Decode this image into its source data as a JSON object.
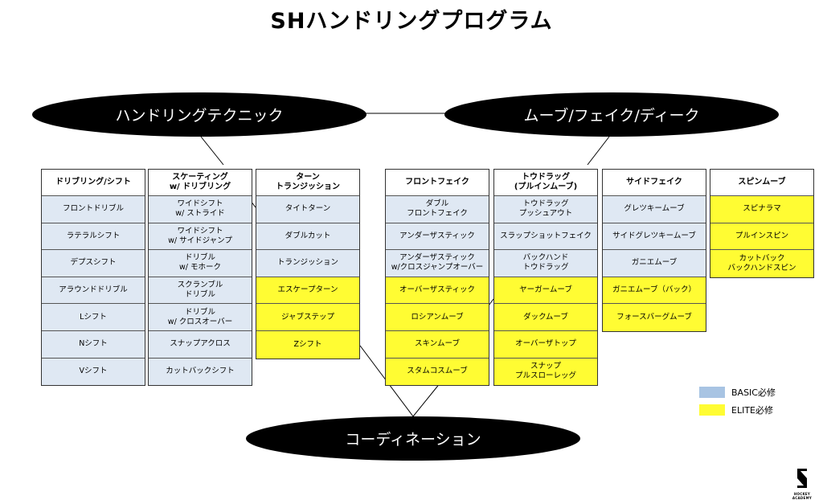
{
  "title": "SHハンドリングプログラム",
  "nodes": {
    "handling": "ハンドリングテクニック",
    "move": "ムーブ/フェイク/ディーク",
    "coordination": "コーディネーション"
  },
  "colors": {
    "basic": "#dfe8f3",
    "elite": "#fffc33",
    "ellipse": "#000000"
  },
  "columns": [
    {
      "header": "ドリブリング/シフト",
      "cells": [
        {
          "label": "フロントドリブル",
          "level": "basic"
        },
        {
          "label": "ラテラルシフト",
          "level": "basic"
        },
        {
          "label": "デプスシフト",
          "level": "basic"
        },
        {
          "label": "アラウンドドリブル",
          "level": "basic"
        },
        {
          "label": "Lシフト",
          "level": "basic"
        },
        {
          "label": "Nシフト",
          "level": "basic"
        },
        {
          "label": "Vシフト",
          "level": "basic"
        }
      ]
    },
    {
      "header": "スケーティング\nw/ ドリブリング",
      "cells": [
        {
          "label": "ワイドシフト\nw/ ストライド",
          "level": "basic"
        },
        {
          "label": "ワイドシフト\nw/ サイドジャンプ",
          "level": "basic"
        },
        {
          "label": "ドリブル\nw/ モホーク",
          "level": "basic"
        },
        {
          "label": "スクランブル\nドリブル",
          "level": "basic"
        },
        {
          "label": "ドリブル\nw/ クロスオーバー",
          "level": "basic"
        },
        {
          "label": "スナップアクロス",
          "level": "basic"
        },
        {
          "label": "カットバックシフト",
          "level": "basic"
        }
      ]
    },
    {
      "header": "ターン\nトランジッション",
      "cells": [
        {
          "label": "タイトターン",
          "level": "basic"
        },
        {
          "label": "ダブルカット",
          "level": "basic"
        },
        {
          "label": "トランジッション",
          "level": "basic"
        },
        {
          "label": "エスケープターン",
          "level": "elite"
        },
        {
          "label": "ジャブステップ",
          "level": "elite"
        },
        {
          "label": "Zシフト",
          "level": "elite"
        }
      ]
    },
    {
      "header": "フロントフェイク",
      "cells": [
        {
          "label": "ダブル\nフロントフェイク",
          "level": "basic"
        },
        {
          "label": "アンダーザスティック",
          "level": "basic"
        },
        {
          "label": "アンダーザスティック\nw/クロスジャンプオーバー",
          "level": "basic"
        },
        {
          "label": "オーバーザスティック",
          "level": "elite"
        },
        {
          "label": "ロシアンムーブ",
          "level": "elite"
        },
        {
          "label": "スキンムーブ",
          "level": "elite"
        },
        {
          "label": "スタムコスムーブ",
          "level": "elite"
        }
      ]
    },
    {
      "header": "トウドラッグ\n(プルインムーブ)",
      "cells": [
        {
          "label": "トウドラッグ\nプッシュアウト",
          "level": "basic"
        },
        {
          "label": "スラップショットフェイク",
          "level": "basic"
        },
        {
          "label": "バックハンド\nトウドラッグ",
          "level": "basic"
        },
        {
          "label": "ヤーガームーブ",
          "level": "elite"
        },
        {
          "label": "ダックムーブ",
          "level": "elite"
        },
        {
          "label": "オーバーザトップ",
          "level": "elite"
        },
        {
          "label": "スナップ\nプルスローレッグ",
          "level": "elite"
        }
      ]
    },
    {
      "header": "サイドフェイク",
      "cells": [
        {
          "label": "グレツキームーブ",
          "level": "basic"
        },
        {
          "label": "サイドグレツキームーブ",
          "level": "basic"
        },
        {
          "label": "ガニエムーブ",
          "level": "basic"
        },
        {
          "label": "ガニエムーブ（バック）",
          "level": "elite"
        },
        {
          "label": "フォースバーグムーブ",
          "level": "elite"
        }
      ]
    },
    {
      "header": "スピンムーブ",
      "cells": [
        {
          "label": "スピナラマ",
          "level": "elite"
        },
        {
          "label": "プルインスピン",
          "level": "elite"
        },
        {
          "label": "カットバック\nバックハンドスピン",
          "level": "elite"
        }
      ]
    }
  ],
  "legend": [
    {
      "label": "BASIC必修",
      "color": "#a8c4e3"
    },
    {
      "label": "ELITE必修",
      "color": "#fffc33"
    }
  ],
  "logo": {
    "icon": "S-logo-icon",
    "text": "HOCKEY ACADEMY"
  }
}
